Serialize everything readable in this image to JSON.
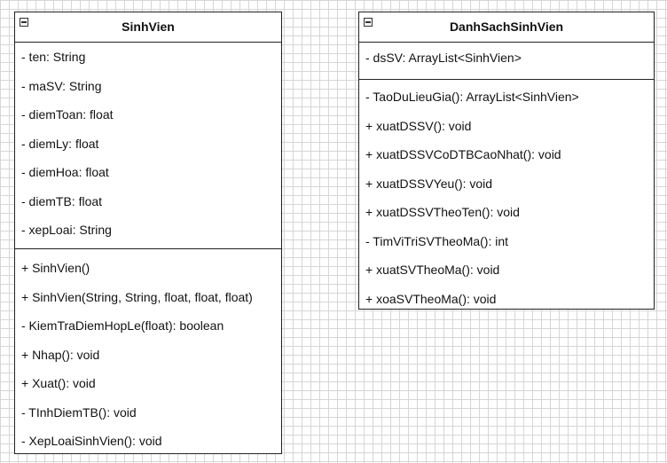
{
  "classes": {
    "sinhvien": {
      "name": "SinhVien",
      "attributes": [
        "- ten: String",
        "- maSV: String",
        "- diemToan: float",
        "- diemLy: float",
        "- diemHoa: float",
        "- diemTB: float",
        "- xepLoai: String"
      ],
      "methods": [
        "+ SinhVien()",
        "+ SinhVien(String, String, float, float, float)",
        "- KiemTraDiemHopLe(float): boolean",
        "+ Nhap(): void",
        "+ Xuat(): void",
        "- TInhDiemTB(): void",
        "- XepLoaiSinhVien(): void"
      ]
    },
    "danhsach": {
      "name": "DanhSachSinhVien",
      "attributes": [
        "- dsSV: ArrayList<SinhVien>"
      ],
      "methods": [
        "- TaoDuLieuGia(): ArrayList<SinhVien>",
        "+ xuatDSSV(): void",
        "+ xuatDSSVCoDTBCaoNhat(): void",
        "+ xuatDSSVYeu(): void",
        "+ xuatDSSVTheoTen(): void",
        "- TimViTriSVTheoMa(): int",
        "+ xuatSVTheoMa(): void",
        "+ xoaSVTheoMa(): void"
      ]
    }
  }
}
